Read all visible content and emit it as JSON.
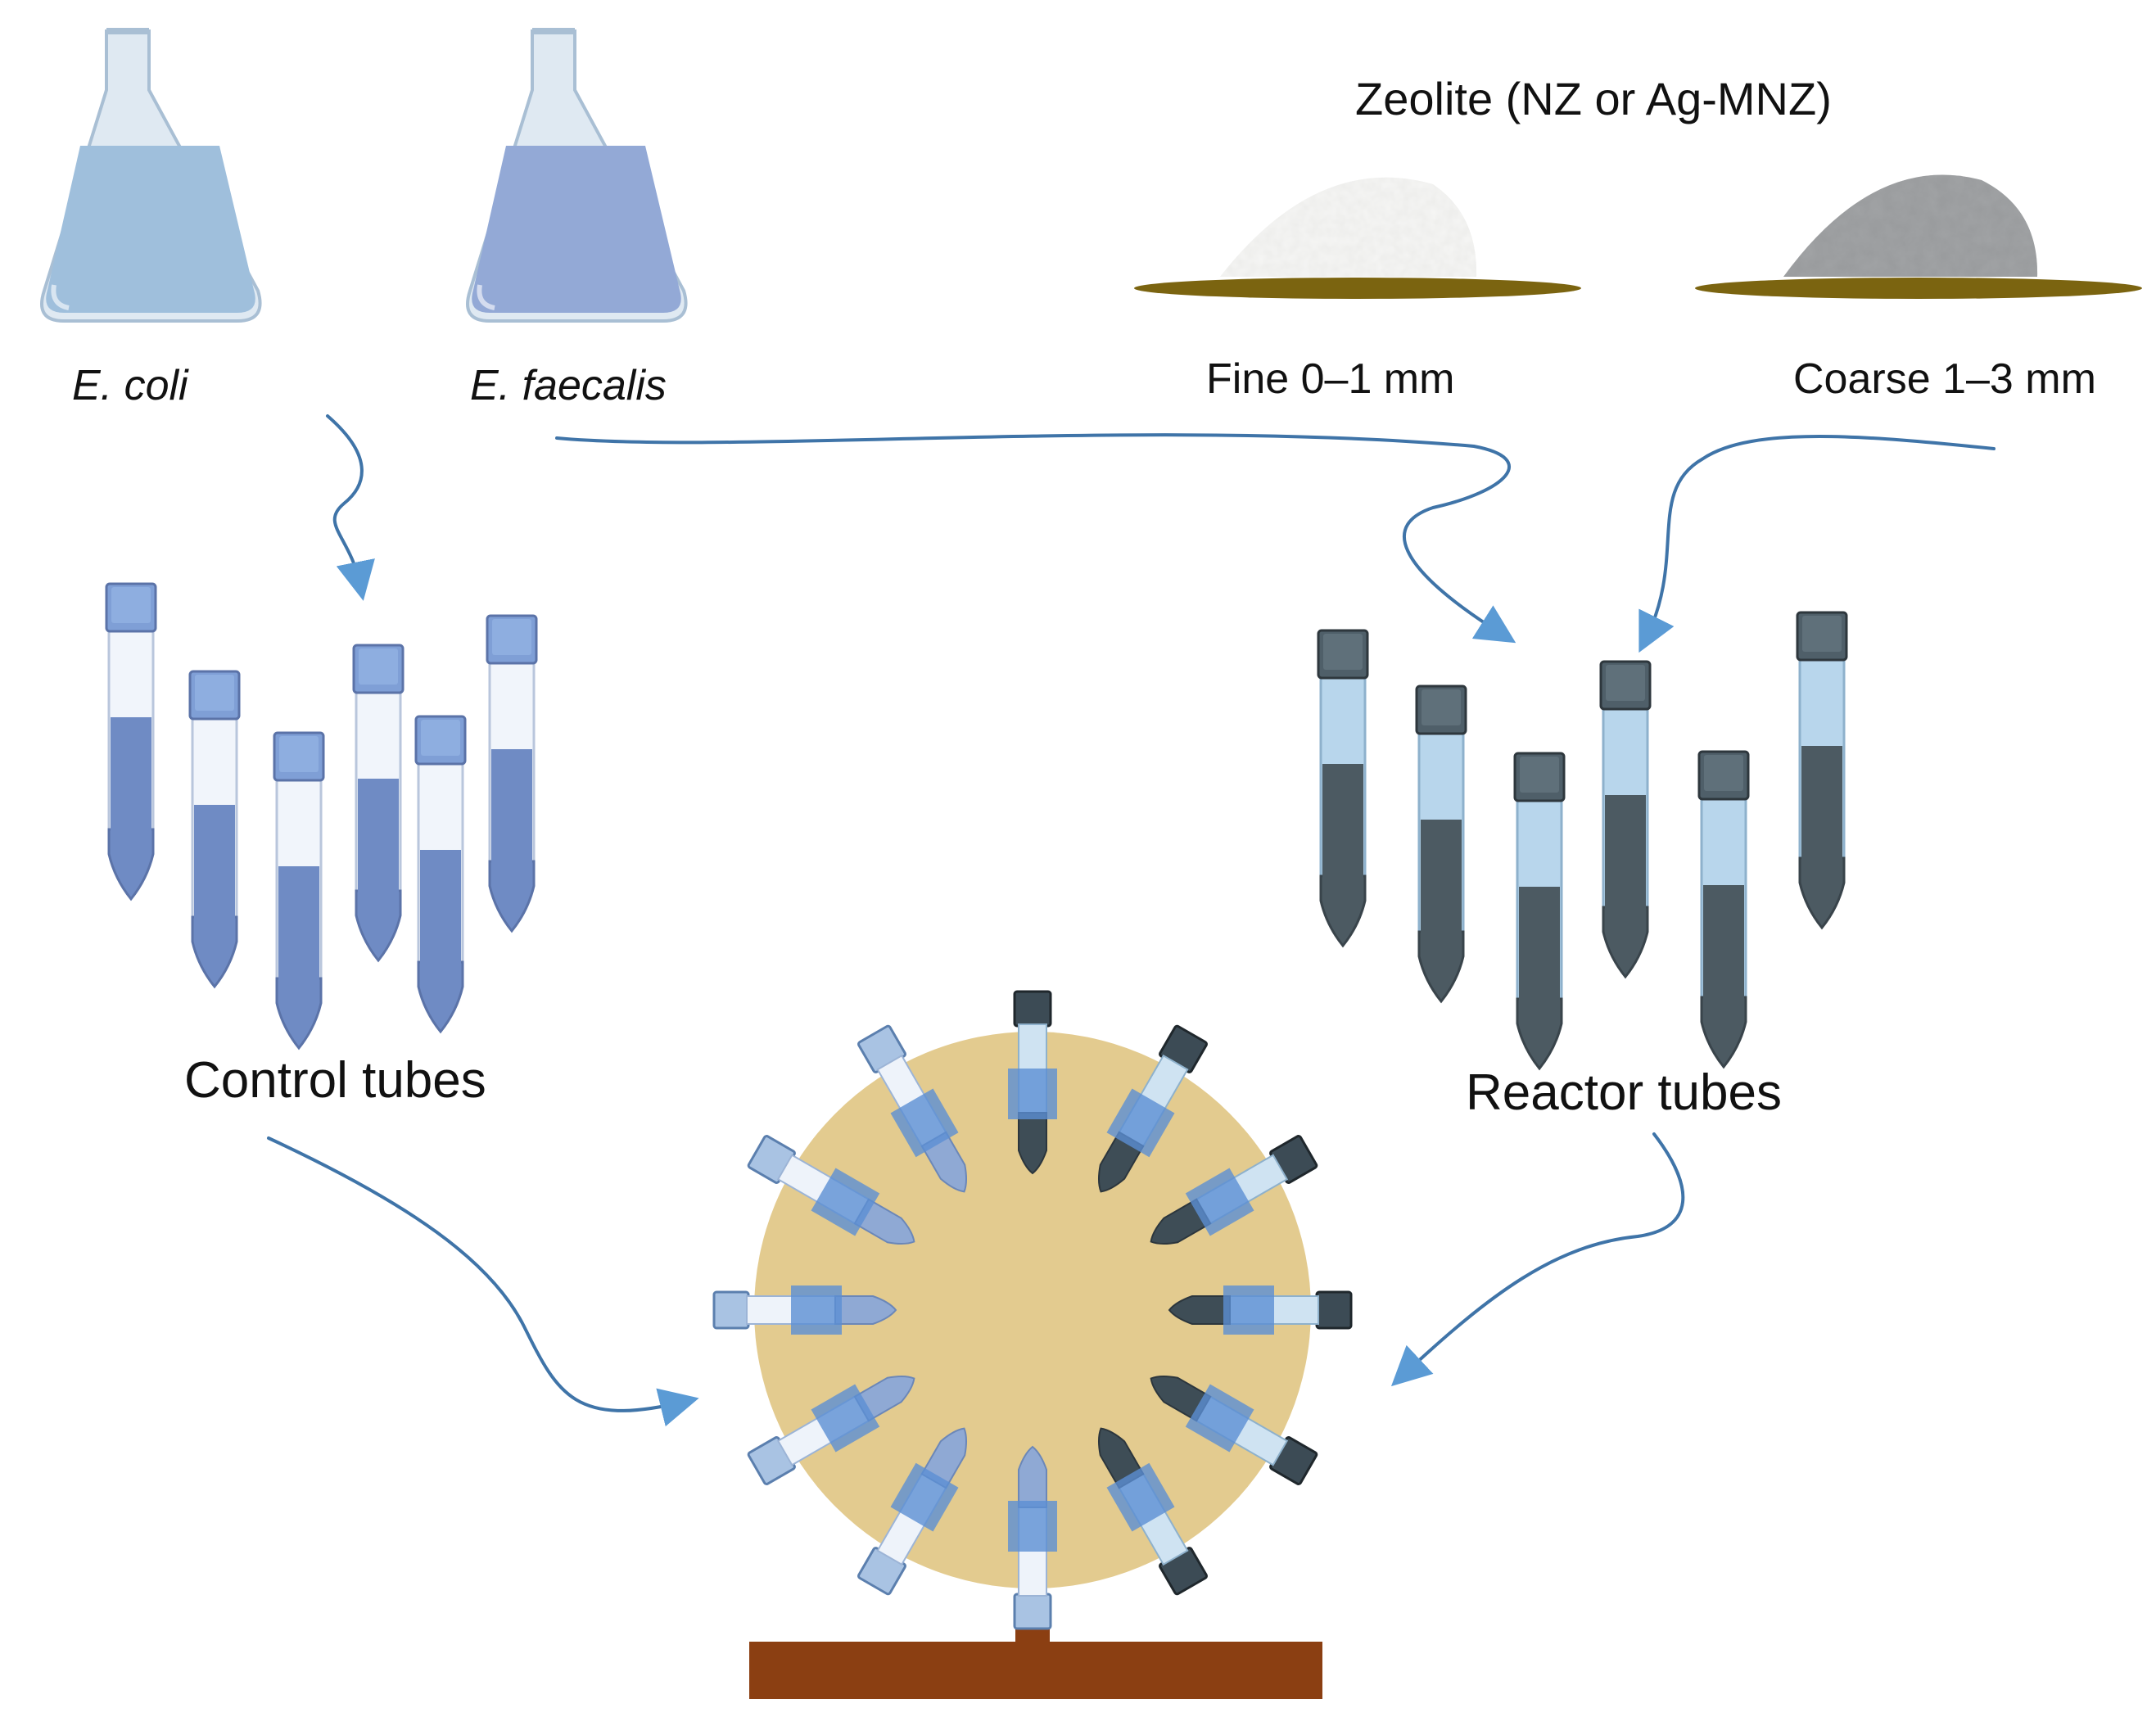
{
  "labels": {
    "ecoli": "E. coli",
    "efaecalis": "E. faecalis",
    "zeolite_title": "Zeolite (NZ or Ag-MNZ)",
    "fine": "Fine 0–1 mm",
    "coarse": "Coarse 1–3 mm",
    "control_tubes": "Control tubes",
    "reactor_tubes": "Reactor tubes"
  },
  "colors": {
    "arrow": "#3f74a8",
    "flask_glass": "#dfe9f2",
    "ecoli_liquid": "#9fbfdc",
    "efaecalis_liquid": "#93a9d6",
    "control_liquid": "#6f8bc4",
    "control_cap": "#7f9fd6",
    "reactor_liquid": "#4c5a62",
    "reactor_cap": "#4f5f69",
    "reactor_upper": "#b8d6ec",
    "rotator_disk": "#e3cb8f",
    "rotator_stand": "#8b3f12",
    "tray": "#7b6410",
    "fine_zeolite": "#ececea",
    "coarse_zeolite": "#8a8c8e"
  }
}
